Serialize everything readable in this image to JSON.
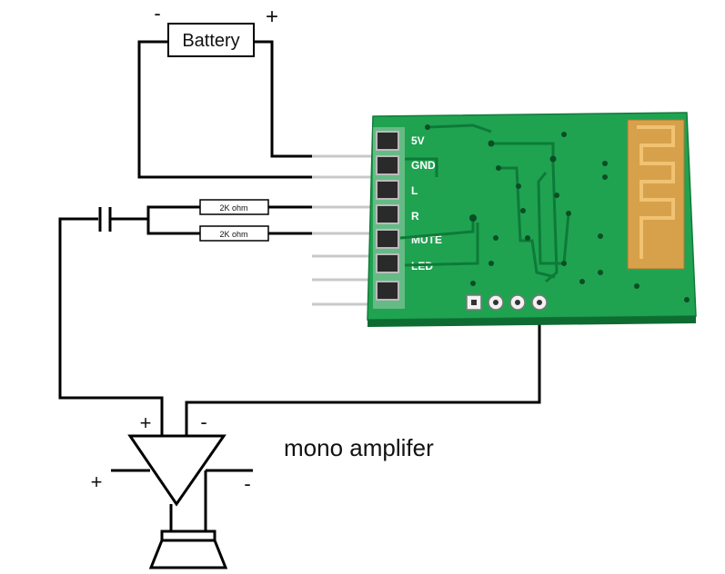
{
  "battery": {
    "label": "Battery",
    "minus": "-",
    "plus": "+"
  },
  "resistors": [
    {
      "label": "2K ohm"
    },
    {
      "label": "2K ohm"
    }
  ],
  "module": {
    "pins": [
      "5V",
      "GND",
      "L",
      "R",
      "MUTE",
      "LED"
    ]
  },
  "amplifier": {
    "title": "mono  amplifer",
    "in_plus": "+",
    "in_minus": "-",
    "pwr_plus": "+",
    "pwr_minus": "-"
  },
  "colors": {
    "pcb": "#1fa351",
    "pcb_trace": "#0e7a38",
    "antenna": "#d7a14b",
    "pad": "#2a2a2a",
    "wire": "#000000"
  }
}
